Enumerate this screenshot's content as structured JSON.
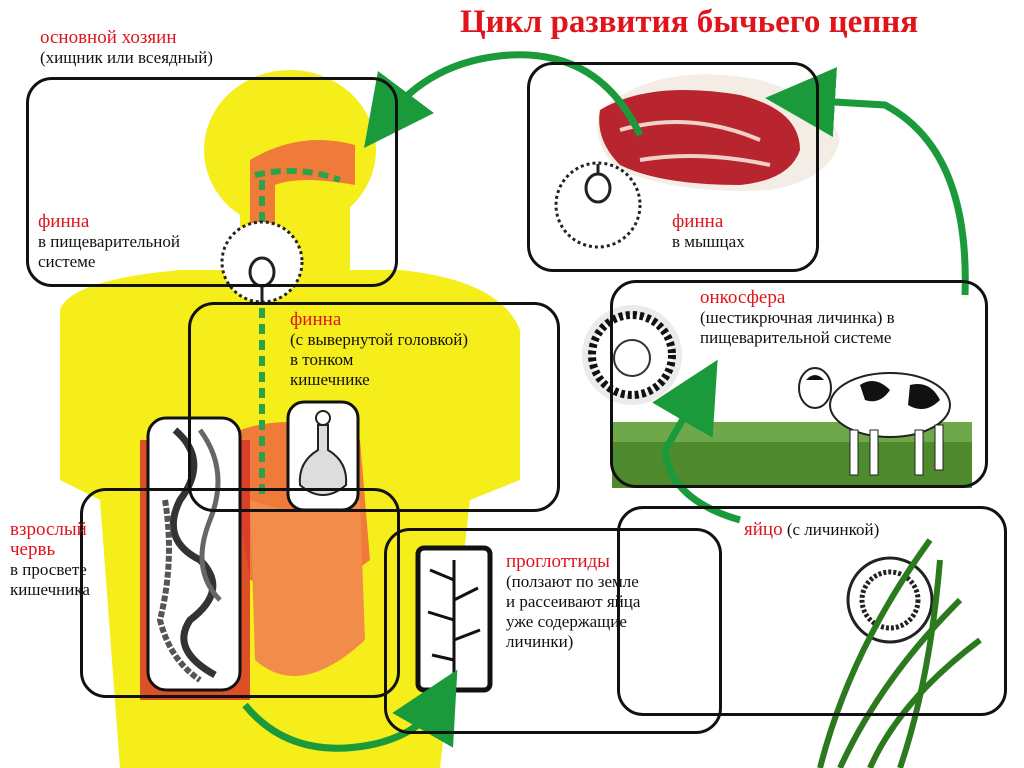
{
  "title": "Цикл развития бычьего цепня",
  "stages": {
    "main_host": {
      "heading": "основной хозяин",
      "note": "(хищник или всеядный)"
    },
    "finna_digestive": {
      "heading": "финна",
      "line1": "в пищеварительной",
      "line2": "системе"
    },
    "finna_muscles": {
      "heading": "финна",
      "line1": "в мышцах"
    },
    "finna_intestine": {
      "heading": "финна",
      "line1": "(с вывернутой головкой)",
      "line2": "в тонком",
      "line3": "кишечнике"
    },
    "oncosphere": {
      "heading": "онкосфера",
      "line1": "(шестикрючная личинка) в",
      "line2": "пищеварительной системе"
    },
    "adult_worm": {
      "heading1": "взрослый",
      "heading2": "червь",
      "line1": "в просвете",
      "line2": "кишечника"
    },
    "proglottids": {
      "heading": "проглоттиды",
      "line1": "(ползают по земле",
      "line2": "и рассеивают яйца",
      "line3": "уже содержащие",
      "line4": "личинки)"
    },
    "egg": {
      "heading": "яйцо",
      "note": " (с личинкой)"
    }
  },
  "colors": {
    "heading_red": "#e0141b",
    "arrow_green": "#1a9a3a",
    "body_yellow": "#f5ee1a",
    "organ_orange": "#f07a3a",
    "meat_red": "#b8252e",
    "grass_green": "#4f8a2e"
  }
}
